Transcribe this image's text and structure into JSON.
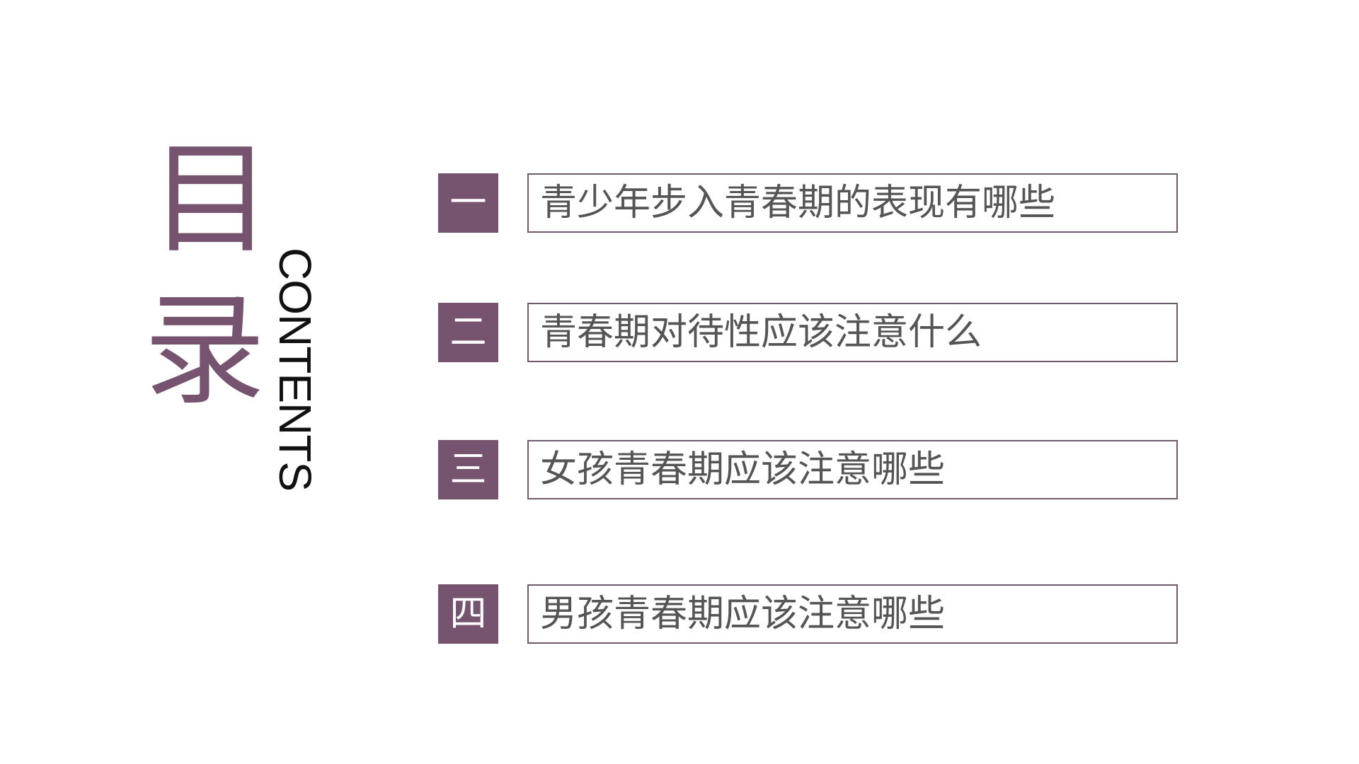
{
  "title": {
    "char1": "目",
    "char2": "录",
    "subtitle": "CONTENTS"
  },
  "colors": {
    "accent": "#765470",
    "text": "#555555"
  },
  "items": [
    {
      "num": "一",
      "label": "青少年步入青春期的表现有哪些"
    },
    {
      "num": "二",
      "label": "青春期对待性应该注意什么"
    },
    {
      "num": "三",
      "label": "女孩青春期应该注意哪些"
    },
    {
      "num": "四",
      "label": "男孩青春期应该注意哪些"
    }
  ]
}
